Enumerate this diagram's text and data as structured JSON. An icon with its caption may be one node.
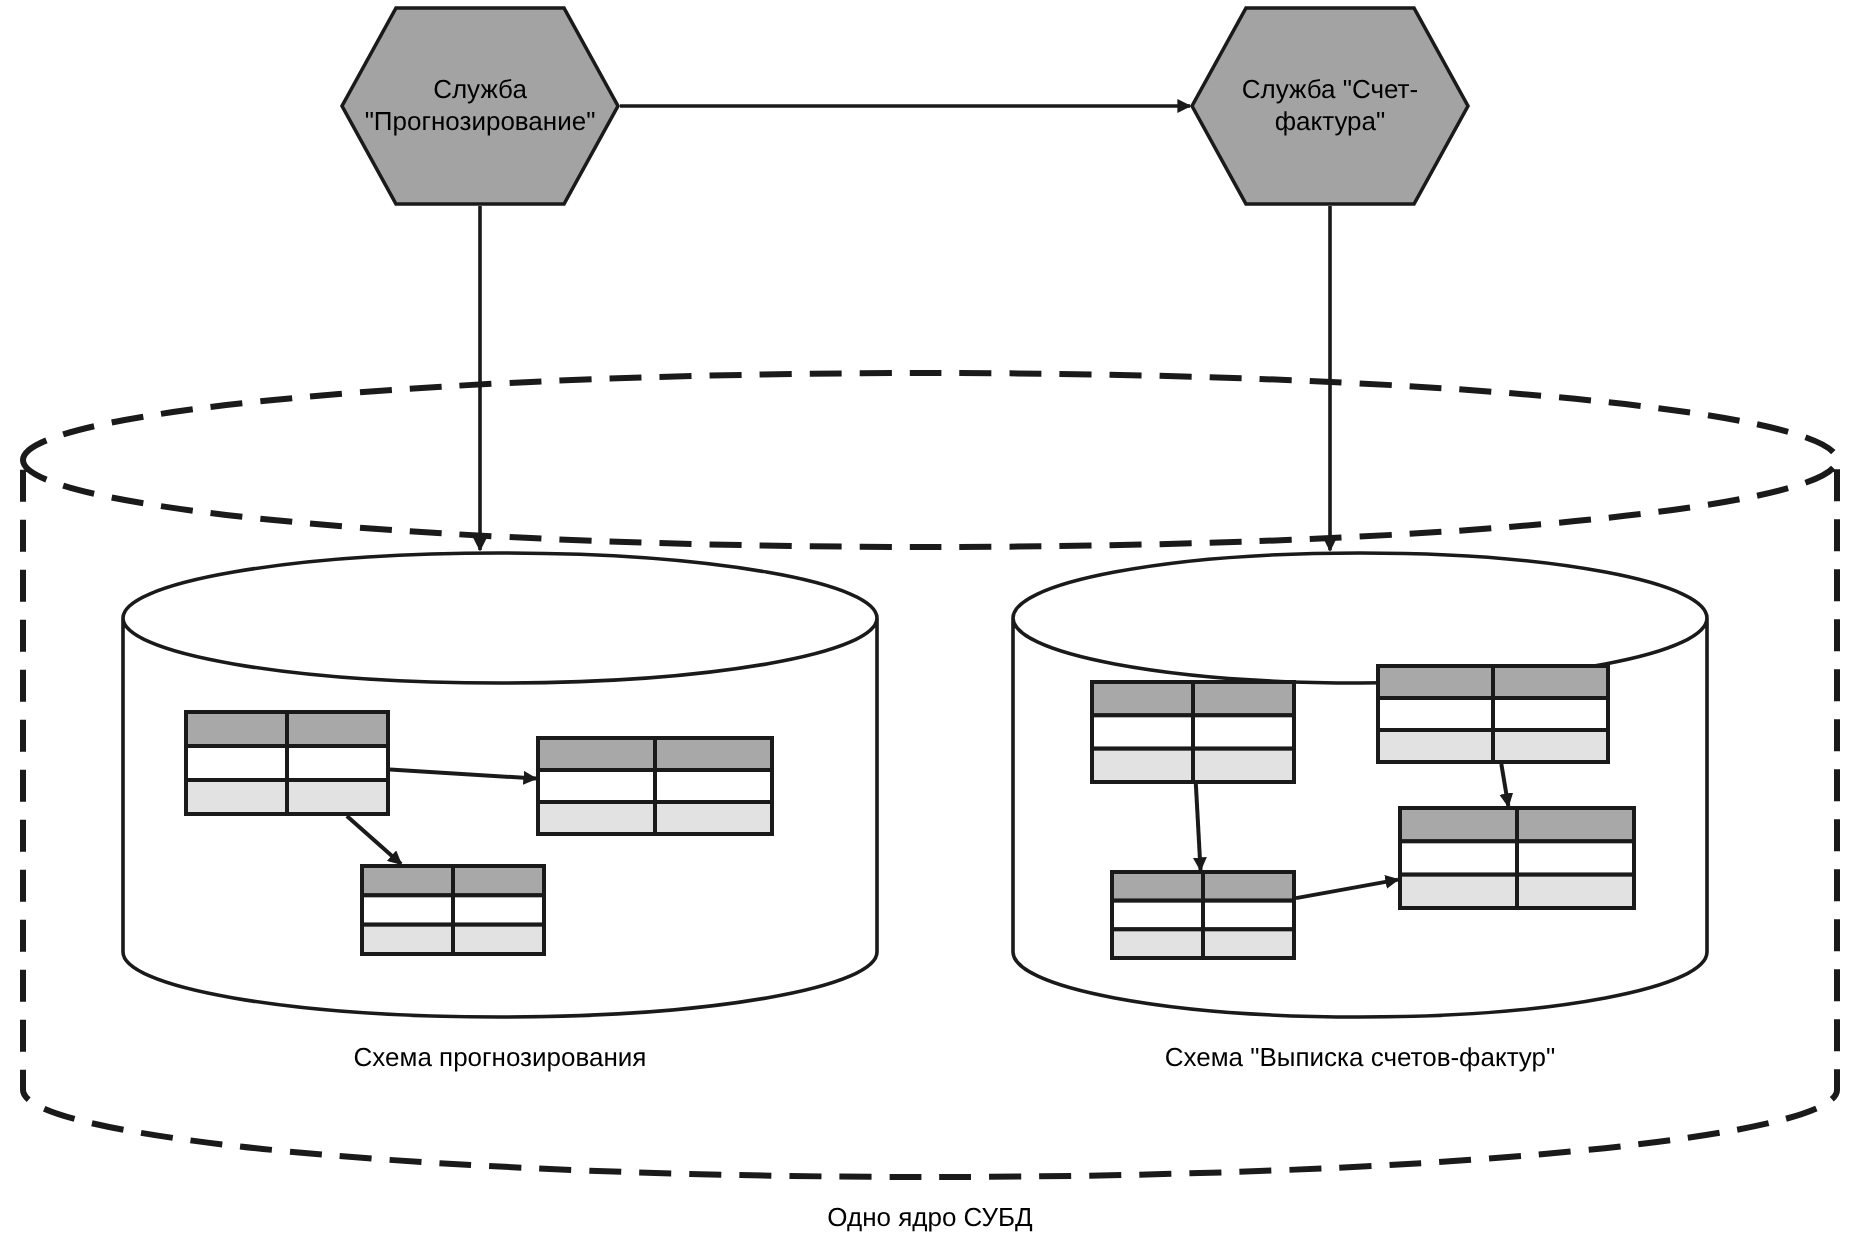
{
  "diagram": {
    "nodes": [
      {
        "text": [
          "Служба \"Прогнозирование\""
        ]
      },
      {
        "text": [
          "Служба \"Счет-фактура\""
        ]
      },
      {
        "text": [
          "Одно ядро СУБД"
        ]
      },
      {
        "text": [
          "Схема прогнозирования"
        ],
        "in": 2
      },
      {
        "text": [
          "Схема \"Выписка счетов-фактур\""
        ],
        "in": 2
      },
      {
        "text": [],
        "shape": "table",
        "in": 3
      },
      {
        "text": [],
        "shape": "table",
        "in": 3
      },
      {
        "text": [],
        "shape": "table",
        "in": 3
      },
      {
        "text": [],
        "shape": "table",
        "in": 4
      },
      {
        "text": [],
        "shape": "table",
        "in": 4
      },
      {
        "text": [],
        "shape": "table",
        "in": 4
      },
      {
        "text": [],
        "shape": "table",
        "in": 4
      }
    ],
    "edges": [
      {
        "from": 0,
        "to": 1,
        "arrow": "to"
      },
      {
        "from": 0,
        "to": 3,
        "arrow": "to"
      },
      {
        "from": 1,
        "to": 4,
        "arrow": "to"
      },
      {
        "from": 5,
        "to": 6,
        "arrow": "to"
      },
      {
        "from": 5,
        "to": 7,
        "arrow": "to"
      },
      {
        "from": 8,
        "to": 10,
        "arrow": "to"
      },
      {
        "from": 10,
        "to": 11,
        "arrow": "to"
      },
      {
        "from": 9,
        "to": 11,
        "arrow": "to"
      }
    ]
  }
}
